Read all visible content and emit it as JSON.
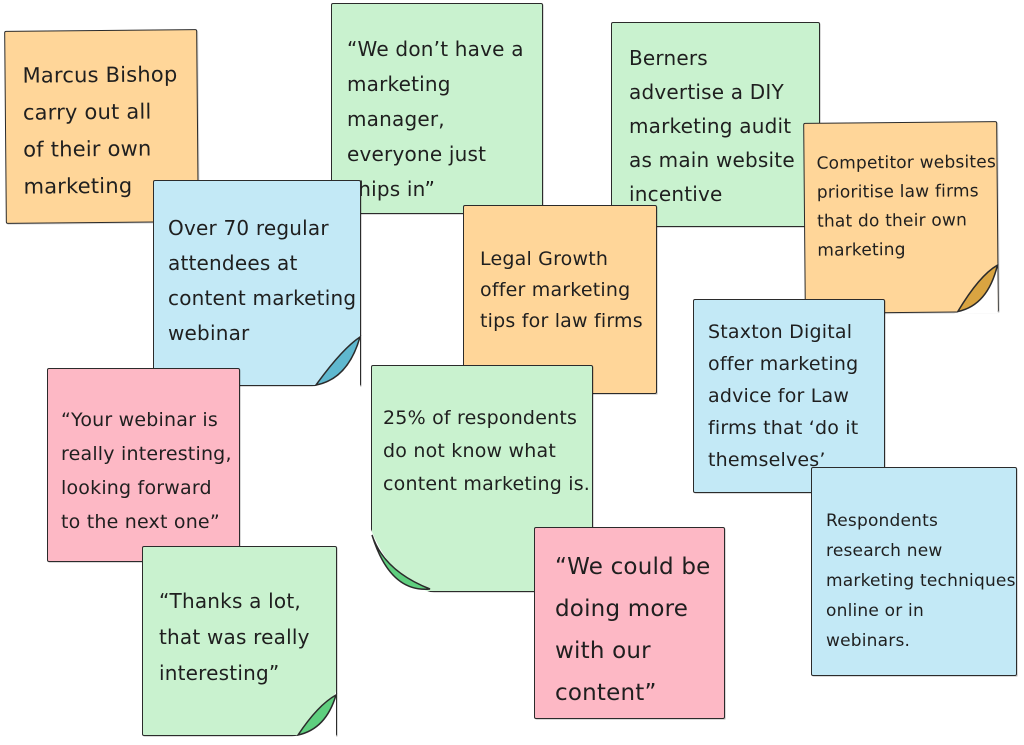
{
  "notes": {
    "marcus": {
      "text": "Marcus Bishop\ncarry out all\nof their own\nmarketing"
    },
    "webinar_attendees": {
      "text": "Over 70 regular\nattendees at\ncontent marketing\nwebinar"
    },
    "no_manager": {
      "text": "“We don’t have a\nmarketing manager,\neveryone just\nchips in”"
    },
    "berners": {
      "text": "Berners\nadvertise a DIY\nmarketing audit\nas main website\nincentive"
    },
    "legal_growth": {
      "text": "Legal Growth\noffer marketing\ntips for law firms"
    },
    "competitor": {
      "text": "Competitor websites\nprioritise law firms\nthat do their own\nmarketing"
    },
    "staxton": {
      "text": "Staxton Digital\noffer marketing\nadvice for Law\nfirms that ‘do it\nthemselves’"
    },
    "webinar_feedback": {
      "text": "“Your webinar is\nreally interesting,\nlooking forward\nto the next one”"
    },
    "respondents_25": {
      "text": "25% of respondents\ndo not know what\ncontent marketing is."
    },
    "respondents_research": {
      "text": "Respondents\nresearch new\nmarketing techniques\nonline or in\nwebinars."
    },
    "thanks": {
      "text": "“Thanks a lot,\nthat was really\ninteresting”"
    },
    "more_content": {
      "text": "“We could be\ndoing more\nwith our\ncontent”"
    }
  },
  "colors": {
    "orange": "#ffd699",
    "green": "#c9f2cf",
    "blue": "#c3e9f6",
    "pink": "#fdb8c5",
    "orange_curl": "#d9a441",
    "green_curl": "#5fcf7f",
    "blue_curl": "#5fb8cf"
  }
}
